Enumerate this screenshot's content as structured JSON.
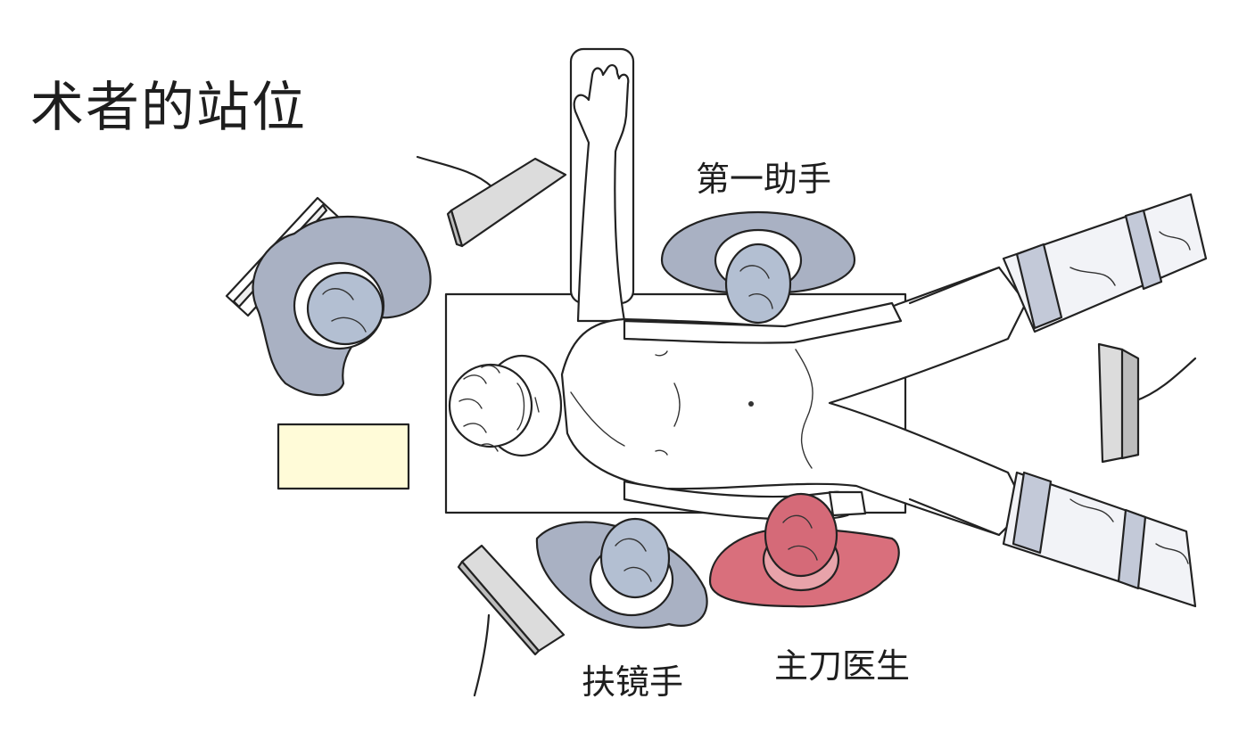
{
  "title": "术者的站位",
  "labels": {
    "first_assistant": "第一助手",
    "camera_holder": "扶镜手",
    "chief_surgeon": "主刀医生"
  },
  "colors": {
    "assistant_gown": "#a9b1c3",
    "assistant_head": "#b3bfd2",
    "surgeon_gown": "#d96f7c",
    "surgeon_head": "#d56a78",
    "instrument_table": "#fffbd8",
    "monitor": "#dcdcdc",
    "outline": "#222222"
  }
}
